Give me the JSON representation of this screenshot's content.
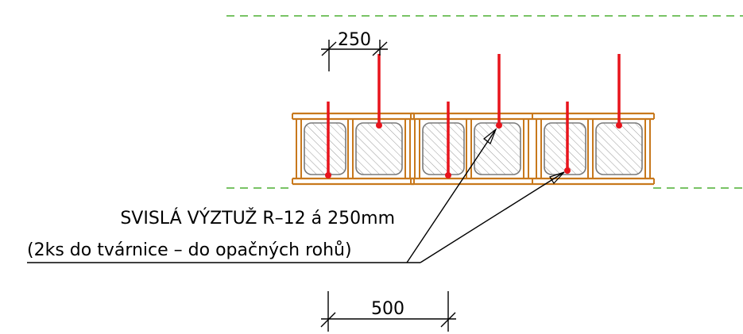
{
  "dimensions": {
    "top": "250",
    "bottom": "500"
  },
  "note": {
    "line1": "SVISLÁ VÝZTUŽ R–12 á 250mm",
    "line2": "(2ks do tvárnice – do opačných rohů)"
  },
  "colors": {
    "wall_wood": "#c8781c",
    "rebar": "#e8141c",
    "guide_line": "#4caf32",
    "ink": "#000000"
  }
}
